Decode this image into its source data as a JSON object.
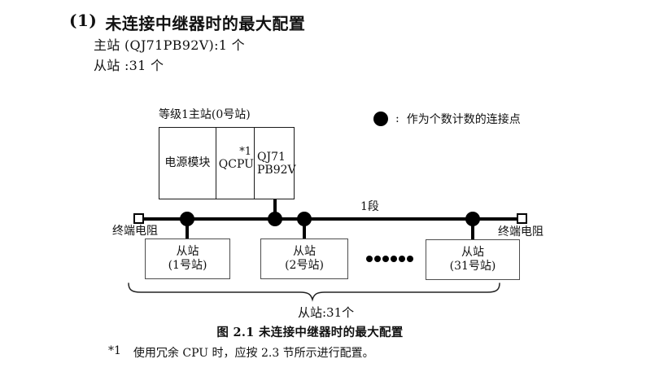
{
  "header": {
    "number": "(1)",
    "title": "未连接中继器时的最大配置",
    "line1": "主站 (QJ71PB92V):1 个",
    "line2": "从站 :31 个"
  },
  "legend": {
    "colon": ":",
    "text": "作为个数计数的连接点"
  },
  "master": {
    "label": "等级1主站(0号站)",
    "cell_power": "电源模块",
    "cell_cpu": "QCPU",
    "cpu_note": "*1",
    "cell_pb_line1": "QJ71",
    "cell_pb_line2": "PB92V"
  },
  "bus": {
    "segment_label": "1段",
    "terminator_left": "终端电阻",
    "terminator_right": "终端电阻"
  },
  "slaves": [
    {
      "name": "从站",
      "station": "(1号站)"
    },
    {
      "name": "从站",
      "station": "(2号站)"
    },
    {
      "name": "从站",
      "station": "(31号站)"
    }
  ],
  "brace_label": "从站:31个",
  "caption": "图 2.1 未连接中继器时的最大配置",
  "footnote": {
    "marker": "*1",
    "text": "使用冗余 CPU 时，应按 2.3 节所示进行配置。"
  }
}
